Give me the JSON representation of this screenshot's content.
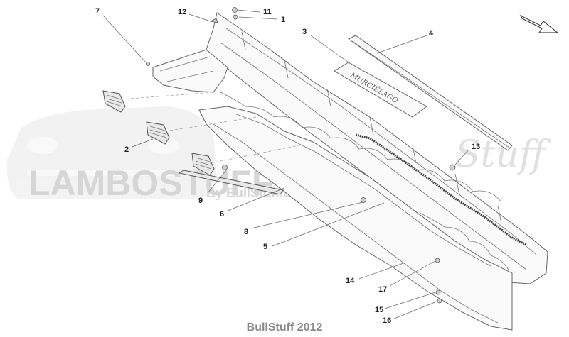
{
  "watermark": {
    "main": "LAMBOSTUFF.COM",
    "sub": "By BullStuff.com",
    "script": "Stuff"
  },
  "badge_text": "MURCIÉLAGO",
  "footer": "BullStuff 2012",
  "direction_arrow": "arrow-icon",
  "callouts": [
    {
      "id": "1",
      "label": "1"
    },
    {
      "id": "2",
      "label": "2"
    },
    {
      "id": "3",
      "label": "3"
    },
    {
      "id": "4",
      "label": "4"
    },
    {
      "id": "5",
      "label": "5"
    },
    {
      "id": "6",
      "label": "6"
    },
    {
      "id": "7",
      "label": "7"
    },
    {
      "id": "8",
      "label": "8"
    },
    {
      "id": "9",
      "label": "9"
    },
    {
      "id": "11",
      "label": "11"
    },
    {
      "id": "12",
      "label": "12"
    },
    {
      "id": "13",
      "label": "13"
    },
    {
      "id": "14",
      "label": "14"
    },
    {
      "id": "15",
      "label": "15"
    },
    {
      "id": "16",
      "label": "16"
    },
    {
      "id": "17",
      "label": "17"
    }
  ]
}
